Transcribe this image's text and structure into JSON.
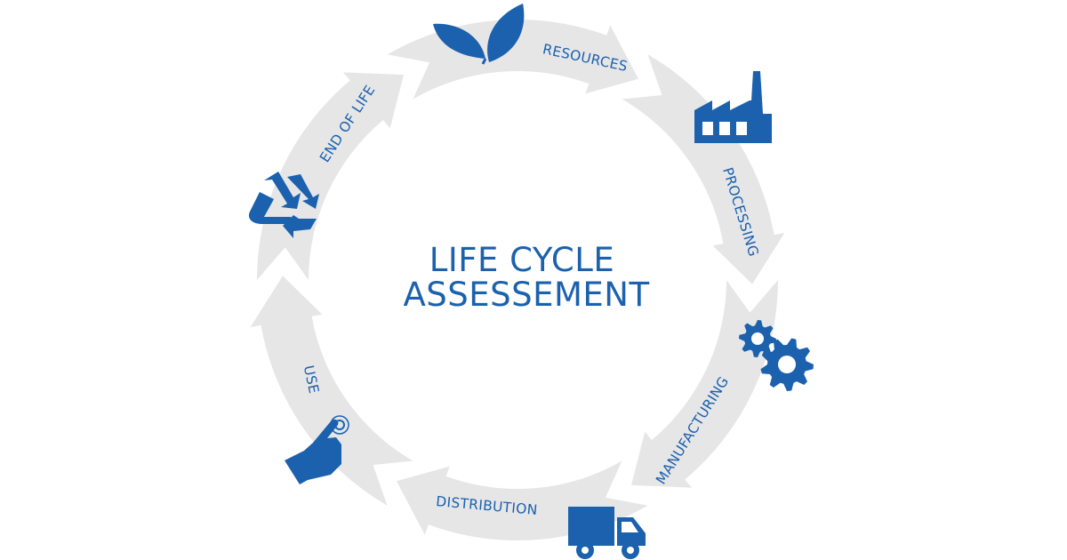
{
  "colors": {
    "accent": "#1b61ae",
    "ring": "#e6e6e7",
    "background": "#ffffff"
  },
  "title": {
    "line1": "LIFE CYCLE",
    "line2": "ASSESSEMENT"
  },
  "stages": [
    {
      "id": "resources",
      "label": "RESOURCES",
      "icon": "leaves-icon"
    },
    {
      "id": "processing",
      "label": "PROCESSING",
      "icon": "factory-icon"
    },
    {
      "id": "manufacturing",
      "label": "MANUFACTURING",
      "icon": "gears-icon"
    },
    {
      "id": "distribution",
      "label": "DISTRIBUTION",
      "icon": "truck-icon"
    },
    {
      "id": "use",
      "label": "USE",
      "icon": "hand-pointer-icon"
    },
    {
      "id": "end-of-life",
      "label": "END OF LIFE",
      "icon": "recycle-icon"
    }
  ]
}
